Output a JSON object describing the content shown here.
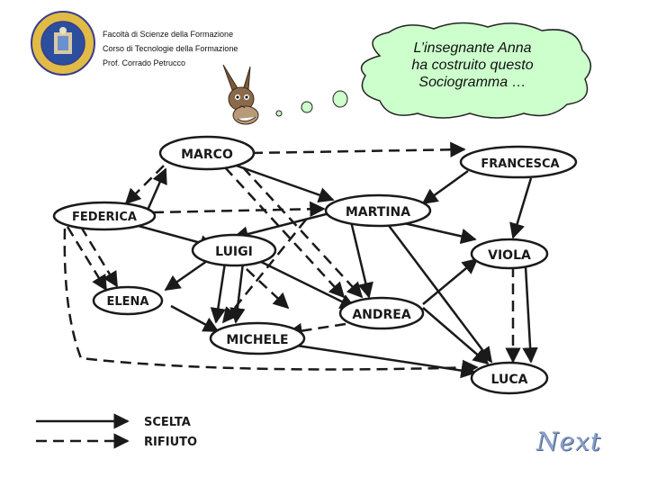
{
  "header": {
    "line1": "Facoltà di Scienze della Formazione",
    "line2": "Corso di Tecnologie della Formazione",
    "line3": "Prof. Corrado Petrucco"
  },
  "thought": {
    "line1": "L’insegnante Anna",
    "line2": "ha costruito questo",
    "line3": "Sociogramma …"
  },
  "nodes": {
    "marco": "MARCO",
    "francesca": "FRANCESCA",
    "federica": "FEDERICA",
    "martina": "MARTINA",
    "luigi": "LUIGI",
    "viola": "VIOLA",
    "elena": "ELENA",
    "andrea": "ANDREA",
    "michele": "MICHELE",
    "luca": "LUCA"
  },
  "legend": {
    "choice": "SCELTA",
    "rejection": "RIFIUTO"
  },
  "next_label": "Next",
  "colors": {
    "cloud_fill": "#ccffcc",
    "ink": "#1a1a1a",
    "seal_ring": "#d9b23a",
    "seal_inner": "#2b4f9e",
    "next": "#8aa0c8"
  }
}
